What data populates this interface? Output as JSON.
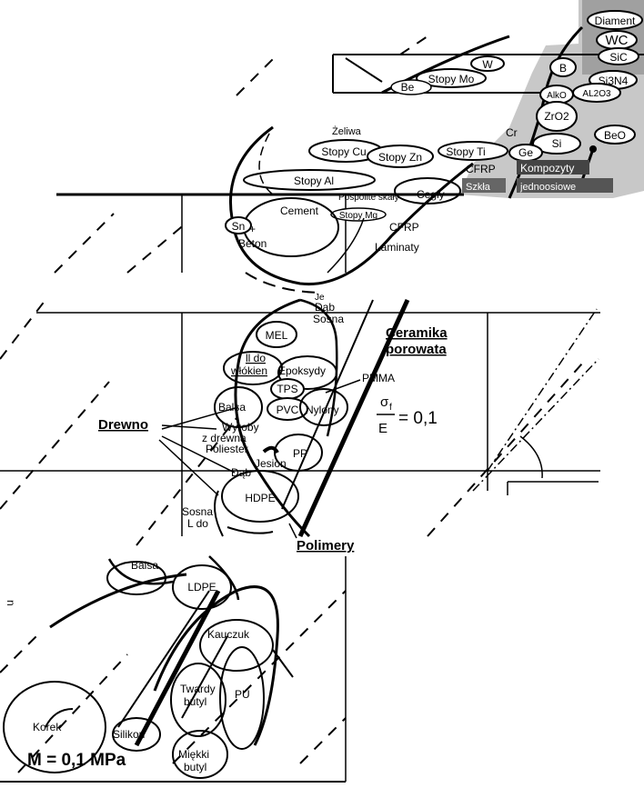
{
  "diagram": {
    "top_right": {
      "diament": "Diament",
      "wc": "WC",
      "sic": "SiC",
      "b": "B",
      "si3n4": "Si3N4",
      "w": "W",
      "stopy_mo": "Stopy Mo",
      "be": "Be",
      "al2o3_sub": "AL2O3",
      "alko": "AlkO",
      "zro2": "ZrO2",
      "cr": "Cr",
      "si": "Si",
      "beo": "BeO",
      "ge": "Ge",
      "kompozyty": "Kompozyty",
      "jednoosiowe": "jednoosiowe",
      "szkla": "Szkła"
    },
    "middle_upper": {
      "zeliwa": "Żeliwa",
      "stopy_cu": "Stopy Cu",
      "stopy_zn": "Stopy Zn",
      "stopy_ti": "Stopy Ti",
      "cfrp_top": "CFRP",
      "stopy_al": "Stopy Al",
      "cegly": "Cegły",
      "pospolite_skaly": "Pospolite skały",
      "stopy_mg": "Stopy Mg",
      "cement": "Cement",
      "plus": "+",
      "beton": "Beton",
      "sn": "Sn",
      "cfrp": "CFRP",
      "laminaty": "Laminaty"
    },
    "middle": {
      "je": "Je",
      "dab_top": "Dąb",
      "sosna_top": "Sosna",
      "mel": "MEL",
      "ll_do": "ll do",
      "wlokien": "włókien",
      "epoksydy": "Epoksydy",
      "pmma": "PMMA",
      "balsa": "Balsa",
      "tps": "TPS",
      "pvc": "PVC",
      "nylony": "Nylony",
      "drewno": "Drewno",
      "wyroby": "Wyroby",
      "z_drewna": "z drewna",
      "poliester": "Poliester",
      "pp": "PP",
      "jesion": "Jesion",
      "dab": "Dąb",
      "hdpe": "HDPE",
      "sosna": "Sosna",
      "l_do": "L do",
      "polimery": "Polimery",
      "ceramika": "Ceramika",
      "porowata": "porowata",
      "sigma": "σ",
      "sub_f": "f",
      "e": "E",
      "eq": "= 0,1"
    },
    "bottom": {
      "balsa": "Balsa",
      "ldpe": "LDPE",
      "kauczuk": "Kauczuk",
      "twardy": "Twardy",
      "butyl_t": "butyl",
      "pu": "PU",
      "korek": "Korek",
      "silikon": "Silikon",
      "miekki": "Miękki",
      "butyl_m": "butyl",
      "m_label": "M = 0,1 MPa",
      "edge_char": "n"
    }
  }
}
